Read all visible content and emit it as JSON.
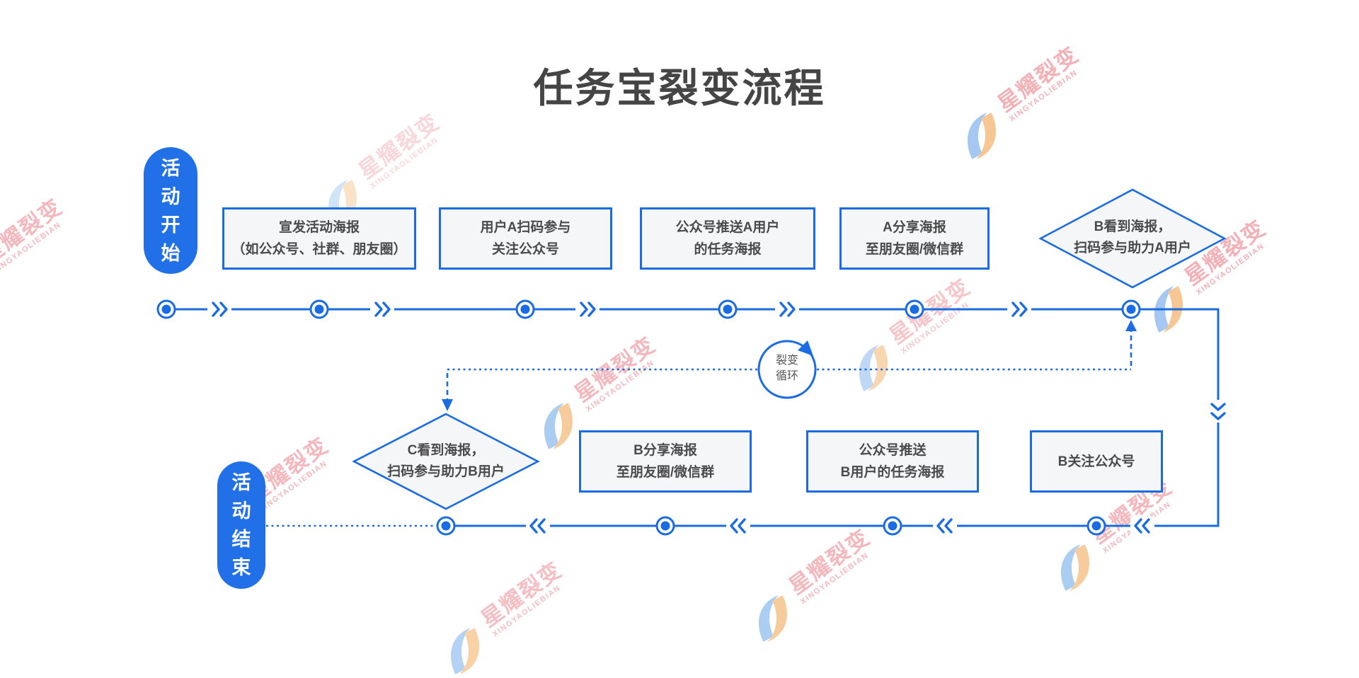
{
  "title": "任务宝裂变流程",
  "brand": {
    "cn": "星耀裂变",
    "en": "XINGYAOLIEBIAN"
  },
  "colors": {
    "accent": "#1b6ce2",
    "pill": "#2170e8",
    "box_bg": "#f5f6f8",
    "box_text": "#4a4a4a",
    "title": "#454545",
    "watermark_red": "#e8737d"
  },
  "pills": {
    "start": "活动开始",
    "end": "活动结束"
  },
  "loop": {
    "line1": "裂变",
    "line2": "循环"
  },
  "top_row": [
    {
      "lines": [
        "宣发活动海报",
        "（如公众号、社群、朋友圈）"
      ]
    },
    {
      "lines": [
        "用户A扫码参与",
        "关注公众号"
      ]
    },
    {
      "lines": [
        "公众号推送A用户",
        "的任务海报"
      ]
    },
    {
      "lines": [
        "A分享海报",
        "至朋友圈/微信群"
      ]
    }
  ],
  "diamond_b": {
    "lines": [
      "B看到海报，",
      "扫码参与助力A用户"
    ]
  },
  "bottom_row": [
    {
      "lines": [
        "B分享海报",
        "至朋友圈/微信群"
      ]
    },
    {
      "lines": [
        "公众号推送",
        "B用户的任务海报"
      ]
    },
    {
      "lines": [
        "B关注公众号"
      ]
    }
  ],
  "diamond_c": {
    "lines": [
      "C看到海报，",
      "扫码参与助力B用户"
    ]
  }
}
